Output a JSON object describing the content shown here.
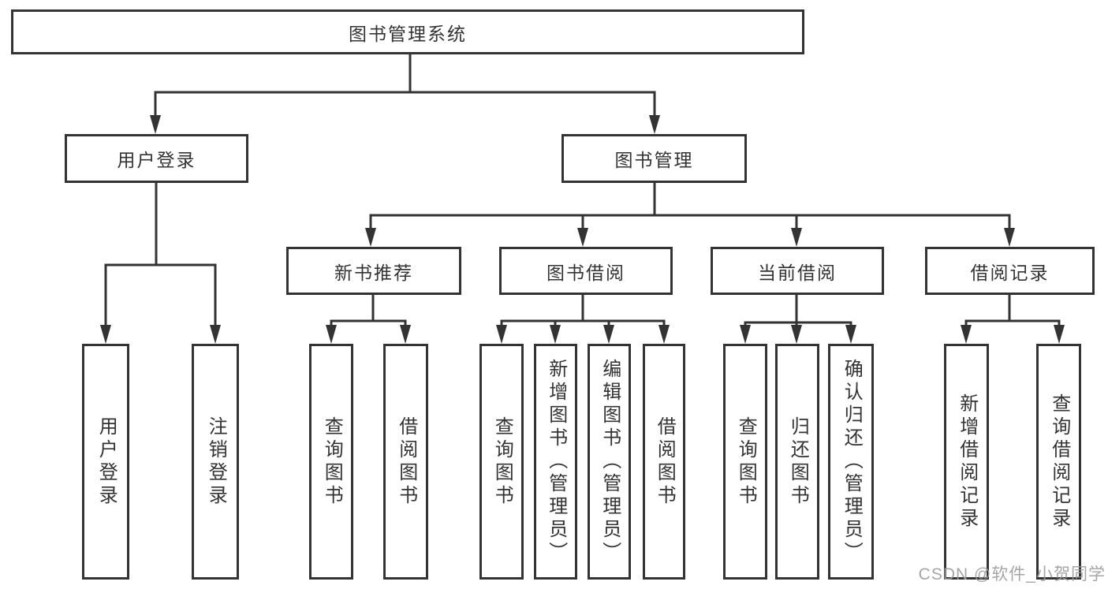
{
  "tree": {
    "label": "图书管理系统",
    "children": [
      {
        "label": "用户登录",
        "children": [
          {
            "label": "用户登录"
          },
          {
            "label": "注销登录"
          }
        ]
      },
      {
        "label": "图书管理",
        "children": [
          {
            "label": "新书推荐",
            "children": [
              {
                "label": "查询图书"
              },
              {
                "label": "借阅图书"
              }
            ]
          },
          {
            "label": "图书借阅",
            "children": [
              {
                "label": "查询图书"
              },
              {
                "label": "新增图书（管理员）"
              },
              {
                "label": "编辑图书（管理员）"
              },
              {
                "label": "借阅图书"
              }
            ]
          },
          {
            "label": "当前借阅",
            "children": [
              {
                "label": "查询图书"
              },
              {
                "label": "归还图书"
              },
              {
                "label": "确认归还（管理员）"
              }
            ]
          },
          {
            "label": "借阅记录",
            "children": [
              {
                "label": "新增借阅记录"
              },
              {
                "label": "查询借阅记录"
              }
            ]
          }
        ]
      }
    ]
  },
  "watermark": {
    "text": "CSDN @软件_小贺同学"
  },
  "colors": {
    "line": "#333333",
    "text": "#333333",
    "watermark_gray": "#9c9c9c",
    "background": "#ffffff"
  }
}
